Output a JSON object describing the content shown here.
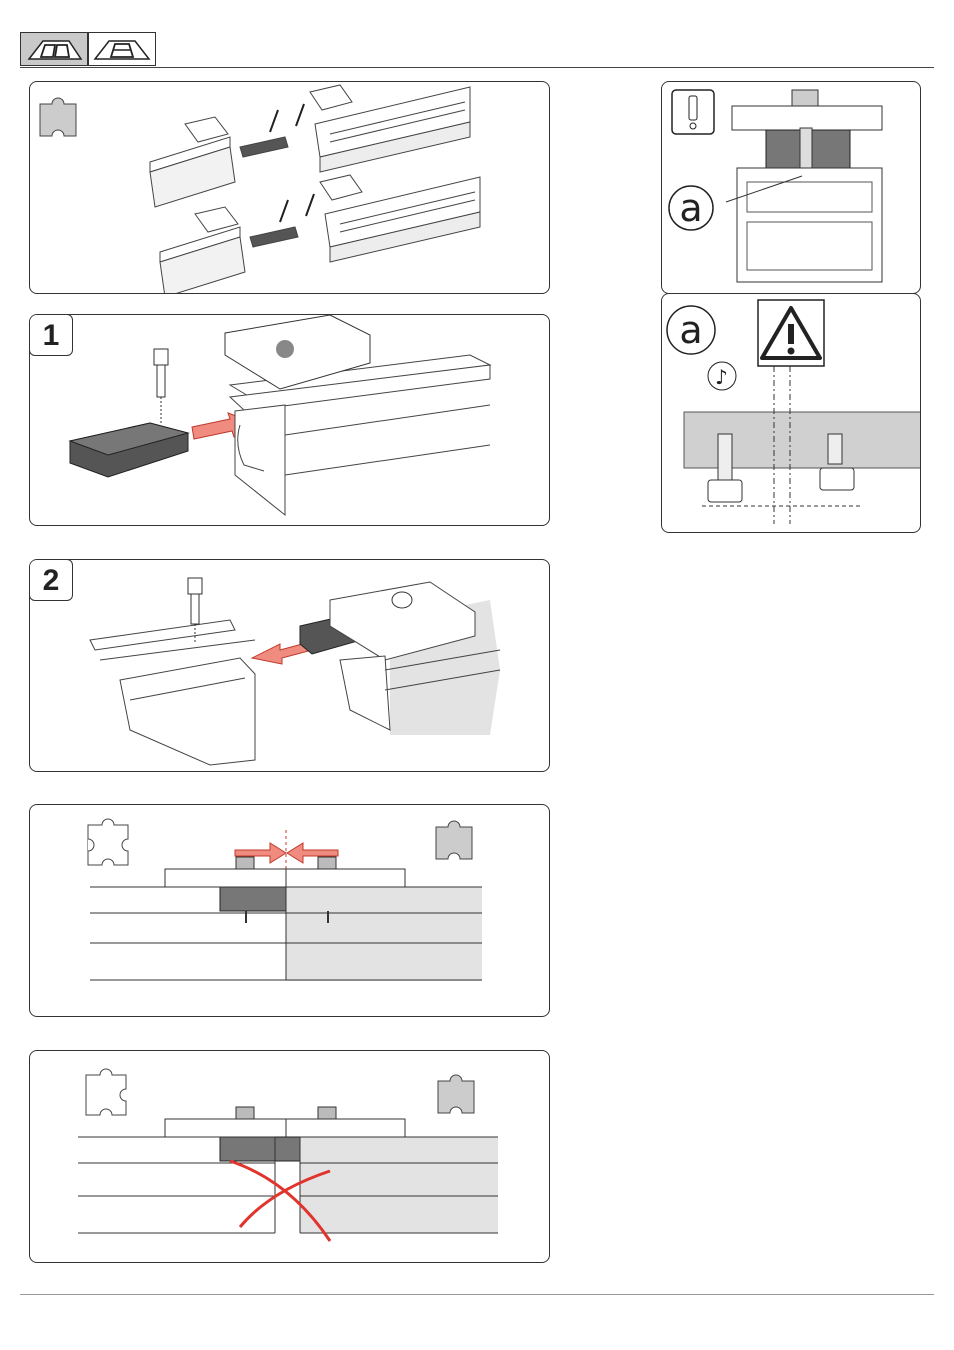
{
  "header": {
    "tabs": [
      {
        "icon": "double-window-roof-icon",
        "active": true
      },
      {
        "icon": "single-window-roof-icon",
        "active": false
      }
    ]
  },
  "steps": [
    {
      "label": "1"
    },
    {
      "label": "2"
    }
  ],
  "callouts": {
    "detail_marker": "a",
    "detail_title": "a"
  },
  "colors": {
    "outline": "#333333",
    "dark_part": "#555555",
    "mid_part": "#8a8a8a",
    "light_fill": "#e3e3e3",
    "arrow": "#f08b80",
    "cross": "#e0342d"
  }
}
